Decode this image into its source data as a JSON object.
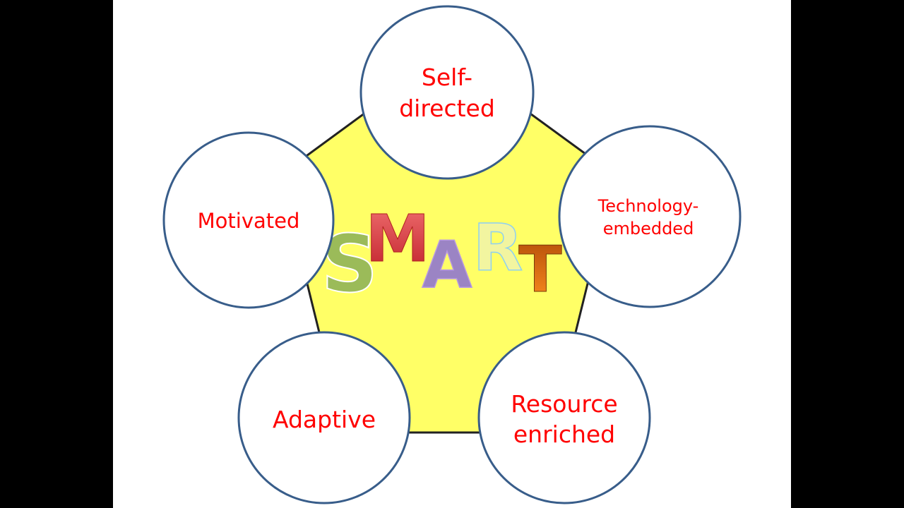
{
  "title_letters": [
    {
      "char": "S",
      "color": "#9bbb59"
    },
    {
      "char": "M",
      "color": "#d9363a"
    },
    {
      "char": "A",
      "color": "#9b84c4"
    },
    {
      "char": "R",
      "color": "#f2f5a0"
    },
    {
      "char": "T",
      "color": "#d8660e"
    }
  ],
  "nodes": [
    {
      "lines": [
        "Self-",
        "directed"
      ]
    },
    {
      "lines": [
        "Technology-",
        "embedded"
      ]
    },
    {
      "lines": [
        "Resource",
        "enriched"
      ]
    },
    {
      "lines": [
        "Adaptive"
      ]
    },
    {
      "lines": [
        "Motivated"
      ]
    }
  ],
  "colors": {
    "pentagon": "#ffff66",
    "circle_stroke": "#385d8a",
    "label": "#ff0000"
  }
}
